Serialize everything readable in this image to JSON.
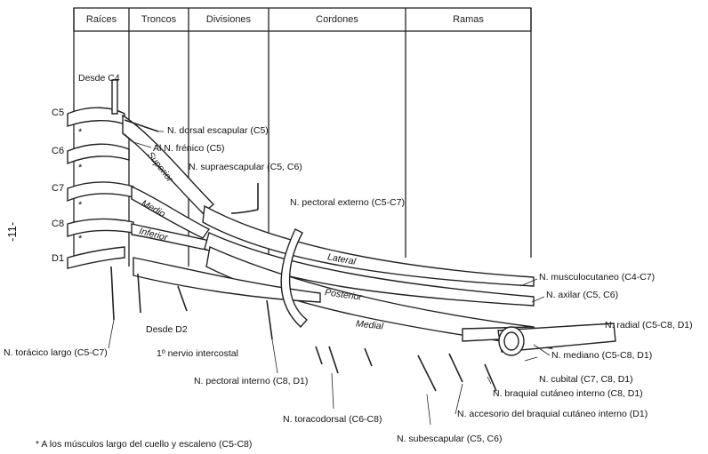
{
  "columns": [
    "Raíces",
    "Troncos",
    "Divisiones",
    "Cordones",
    "Ramas"
  ],
  "roots": [
    "C5",
    "C6",
    "C7",
    "C8",
    "D1"
  ],
  "trunks": [
    "Superior",
    "Medio",
    "Inferior"
  ],
  "cords": [
    "Lateral",
    "Posterior",
    "Medial"
  ],
  "labels": {
    "desde_c4": "Desde C4",
    "desde_d2": "Desde D2",
    "dorsal_escapular": "N. dorsal escapular (C5)",
    "frenico": "Al N. frénico (C5)",
    "supraescapular": "N. supraescapular (C5, C6)",
    "pectoral_externo": "N. pectoral externo (C5-C7)",
    "musculocutaneo": "N. musculocutaneo (C4-C7)",
    "axilar": "N. axilar (C5, C6)",
    "radial": "N. radial (C5-C8, D1)",
    "mediano": "N. mediano (C5-C8, D1)",
    "cubital": "N. cubital (C7, C8, D1)",
    "braquial_cutaneo": "N. braquial cutáneo interno (C8, D1)",
    "accesorio": "N. accesorio del braquial cutáneo interno (D1)",
    "subescapular": "N. subescapular (C5, C6)",
    "toracodorsal": "N. toracodorsal (C6-C8)",
    "pectoral_interno": "N. pectoral interno (C8, D1)",
    "intercostal": "1º nervio intercostal",
    "toracico_largo": "N. torácico largo (C5-C7)"
  },
  "footnote": "* A los músculos largo del cuello y escaleno (C5-C8)",
  "page_number": "-11-"
}
